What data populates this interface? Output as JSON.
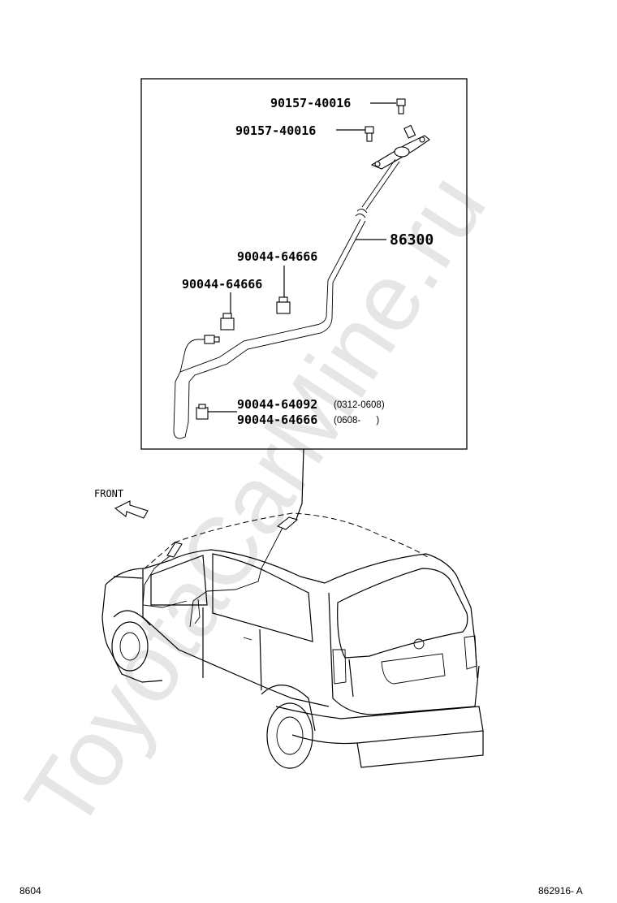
{
  "watermark": "ToyotaCarMine.ru",
  "front_label": "FRONT",
  "parts": {
    "screw_upper": "90157-40016",
    "screw_lower": "90157-40016",
    "antenna_cord": "86300",
    "clamp_upper": "90044-64666",
    "clamp_lower": "90044-64666",
    "clamp_a": "90044-64092",
    "clamp_a_period": "(0312-0608)",
    "clamp_b": "90044-64666",
    "clamp_b_period": "(0608-      )"
  },
  "footer": {
    "page_code": "8604",
    "figure_code": "862916- A"
  }
}
